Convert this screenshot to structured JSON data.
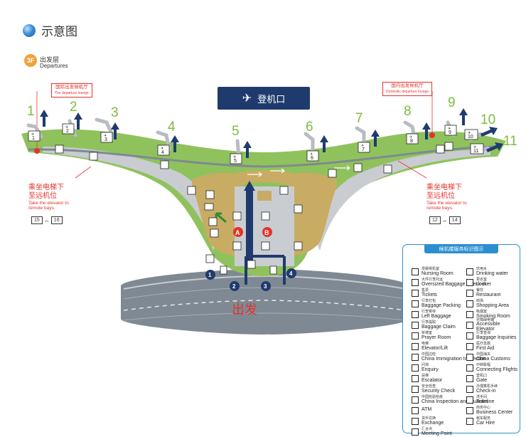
{
  "title": "示意图",
  "floor": {
    "badge": "3F",
    "name_cn": "出发层",
    "name_en": "Departures"
  },
  "gate_banner": {
    "label": "登机口",
    "icon": "airplane-departure-icon"
  },
  "lounges": {
    "international": {
      "cn": "国际出发候机厅",
      "en": "The departure lounge"
    },
    "domestic": {
      "cn": "国内出发候机厅",
      "en": "Domestic departure lounge"
    }
  },
  "elevator_notes": [
    {
      "cn1": "乘坐电梯下",
      "cn2": "至远机位",
      "en1": "Take the elevator to",
      "en2": "remote bays."
    },
    {
      "cn1": "乘坐电梯下",
      "cn2": "至远机位",
      "en1": "Take the elevator to",
      "en2": "remote bays."
    }
  ],
  "remote_bays": [
    {
      "a": "15",
      "b": "16"
    },
    {
      "a": "12",
      "b": "14"
    }
  ],
  "bridges": [
    "1",
    "2",
    "3",
    "4",
    "5",
    "6",
    "7",
    "8",
    "9",
    "10",
    "11"
  ],
  "gates": [
    "1",
    "2",
    "3",
    "4",
    "5",
    "6",
    "7",
    "8",
    "9",
    "10",
    "11"
  ],
  "zones": [
    "A",
    "B"
  ],
  "entrances": [
    "1",
    "2",
    "3",
    "4"
  ],
  "departure_road_label": "出发",
  "colors": {
    "apron": "#8fc25c",
    "sand": "#c9ac63",
    "floor": "#c9ccd1",
    "road": "#7f8993",
    "navy": "#1f3b6e",
    "accent_red": "#e4332b",
    "bridge_number": "#7dbb3f",
    "legend_blue": "#2b8fcf"
  },
  "legend": {
    "title": "候机楼服务标识图示",
    "left": [
      {
        "icon": "nursing-room-icon",
        "cn": "母婴候机室",
        "en": "Nursing Room"
      },
      {
        "icon": "oversized-baggage-icon",
        "cn": "大件行李托运",
        "en": "Oversized Baggage Check-in"
      },
      {
        "icon": "tickets-icon",
        "cn": "售票",
        "en": "Tickets"
      },
      {
        "icon": "baggage-packing-icon",
        "cn": "行李打包",
        "en": "Baggage Packing"
      },
      {
        "icon": "left-baggage-icon",
        "cn": "行李寄存",
        "en": "Left Baggage"
      },
      {
        "icon": "baggage-claim-icon",
        "cn": "行李提取",
        "en": "Baggage Claim"
      },
      {
        "icon": "prayer-room-icon",
        "cn": "祈祷室",
        "en": "Prayer Room"
      },
      {
        "icon": "elevator-icon",
        "cn": "电梯",
        "en": "Elevator/Lift"
      },
      {
        "icon": "immigration-icon",
        "cn": "中国边检",
        "en": "China Immigration Inspection"
      },
      {
        "icon": "enquiry-icon",
        "cn": "问询",
        "en": "Enquiry"
      },
      {
        "icon": "escalator-icon",
        "cn": "扶梯",
        "en": "Escalator"
      },
      {
        "icon": "security-check-icon",
        "cn": "安全检查",
        "en": "Security Check"
      },
      {
        "icon": "quarantine-icon",
        "cn": "中国检验检疫",
        "en": "China Inspection and Quarantine"
      },
      {
        "icon": "atm-icon",
        "cn": "",
        "en": "ATM"
      },
      {
        "icon": "exchange-icon",
        "cn": "货币兑换",
        "en": "Exchange"
      },
      {
        "icon": "meeting-point-icon",
        "cn": "汇合点",
        "en": "Meeting Point"
      }
    ],
    "right": [
      {
        "icon": "drinking-water-icon",
        "cn": "饮用水",
        "en": "Drinking water"
      },
      {
        "icon": "locker-icon",
        "cn": "更衣室",
        "en": "Locker"
      },
      {
        "icon": "restaurant-icon",
        "cn": "餐饮",
        "en": "Restaurant"
      },
      {
        "icon": "shopping-icon",
        "cn": "商场",
        "en": "Shopping Area"
      },
      {
        "icon": "smoking-room-icon",
        "cn": "吸烟室",
        "en": "Smoking Room"
      },
      {
        "icon": "accessible-elevator-icon",
        "cn": "无障碍电梯",
        "en": "Accessible Elevator"
      },
      {
        "icon": "baggage-inquiries-icon",
        "cn": "行李查询",
        "en": "Baggage Inquiries"
      },
      {
        "icon": "first-aid-icon",
        "cn": "医疗急救",
        "en": "First Aid"
      },
      {
        "icon": "customs-icon",
        "cn": "中国海关",
        "en": "China Customs"
      },
      {
        "icon": "connecting-flights-icon",
        "cn": "中转联程",
        "en": "Connecting Flights"
      },
      {
        "icon": "gate-icon",
        "cn": "登机口",
        "en": "Gate"
      },
      {
        "icon": "check-in-icon",
        "cn": "办理乘机手续",
        "en": "Check-in"
      },
      {
        "icon": "toilet-icon",
        "cn": "洗手间",
        "en": "Toilet"
      },
      {
        "icon": "business-center-icon",
        "cn": "商务中心",
        "en": "Business Center"
      },
      {
        "icon": "car-hire-icon",
        "cn": "租车服务",
        "en": "Car Hire"
      }
    ]
  }
}
